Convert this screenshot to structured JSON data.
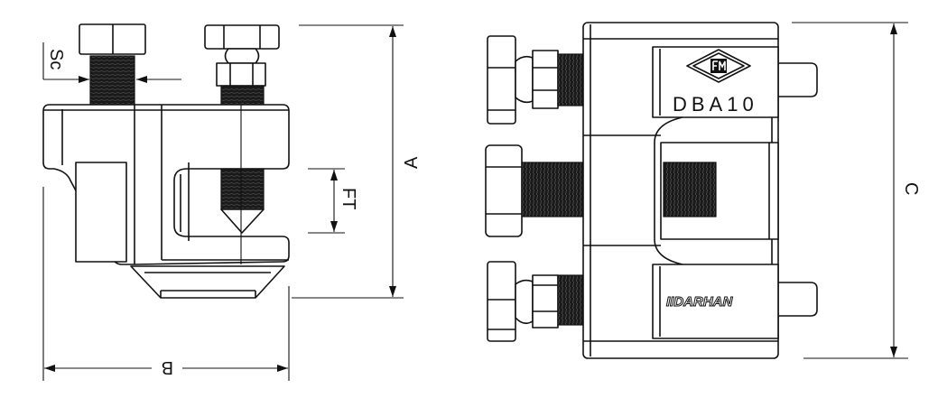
{
  "drawing": {
    "side_view": {
      "dimensions": {
        "height": "A",
        "width": "B",
        "fastening_thickness": "FT",
        "screw_size": "Sc"
      }
    },
    "front_view": {
      "dimensions": {
        "length": "C"
      },
      "model_marking": "DBA10",
      "brand_marking": "IIDARHAN",
      "logo_text": "FM"
    },
    "colors": {
      "line": "#111111",
      "background": "#ffffff"
    }
  }
}
